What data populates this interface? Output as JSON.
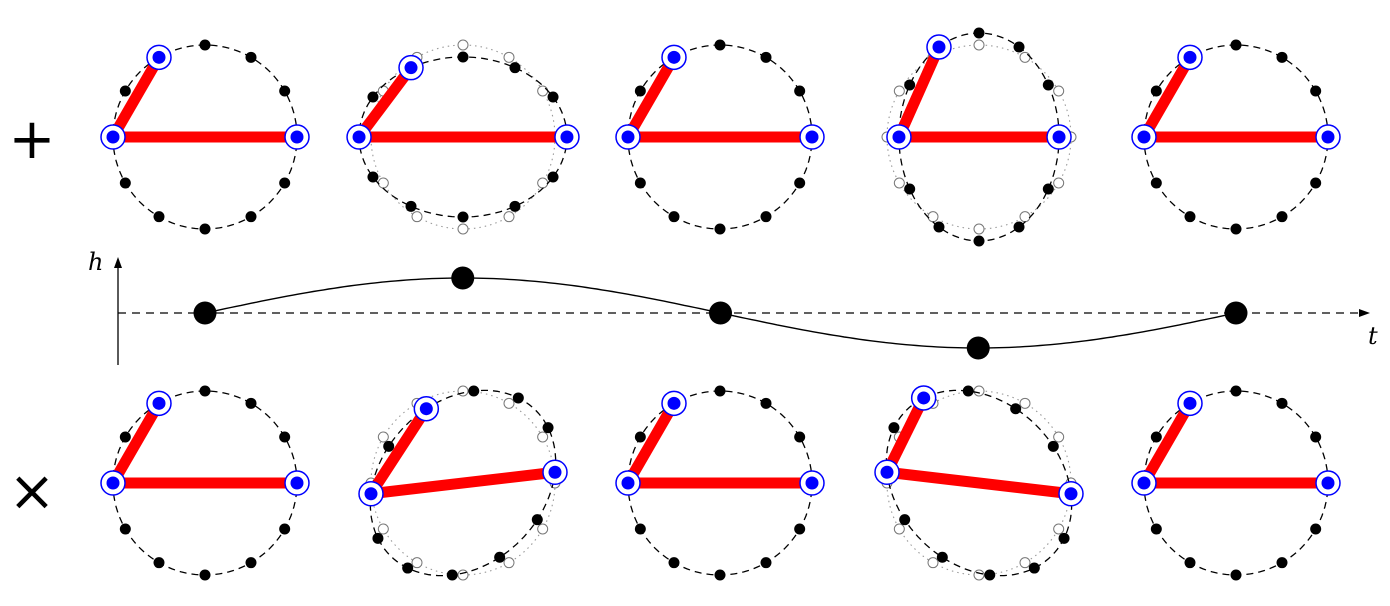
{
  "labels": {
    "plus": "+",
    "cross": "×",
    "h_axis": "h",
    "t_axis": "t"
  },
  "colors": {
    "arm": "#ff0000",
    "test_mass": "#0000ff",
    "ring": "#000000",
    "background": "#ffffff"
  },
  "polarizations": [
    {
      "name": "plus",
      "phases": [
        "0",
        "positive",
        "0",
        "negative",
        "0"
      ]
    },
    {
      "name": "cross",
      "phases": [
        "0",
        "positive",
        "0",
        "negative",
        "0"
      ]
    }
  ],
  "strain_curve": {
    "points": [
      {
        "phase": "0",
        "h": 0
      },
      {
        "phase": "1/4",
        "h": 1
      },
      {
        "phase": "1/2",
        "h": 0
      },
      {
        "phase": "3/4",
        "h": -1
      },
      {
        "phase": "1",
        "h": 0
      }
    ]
  }
}
